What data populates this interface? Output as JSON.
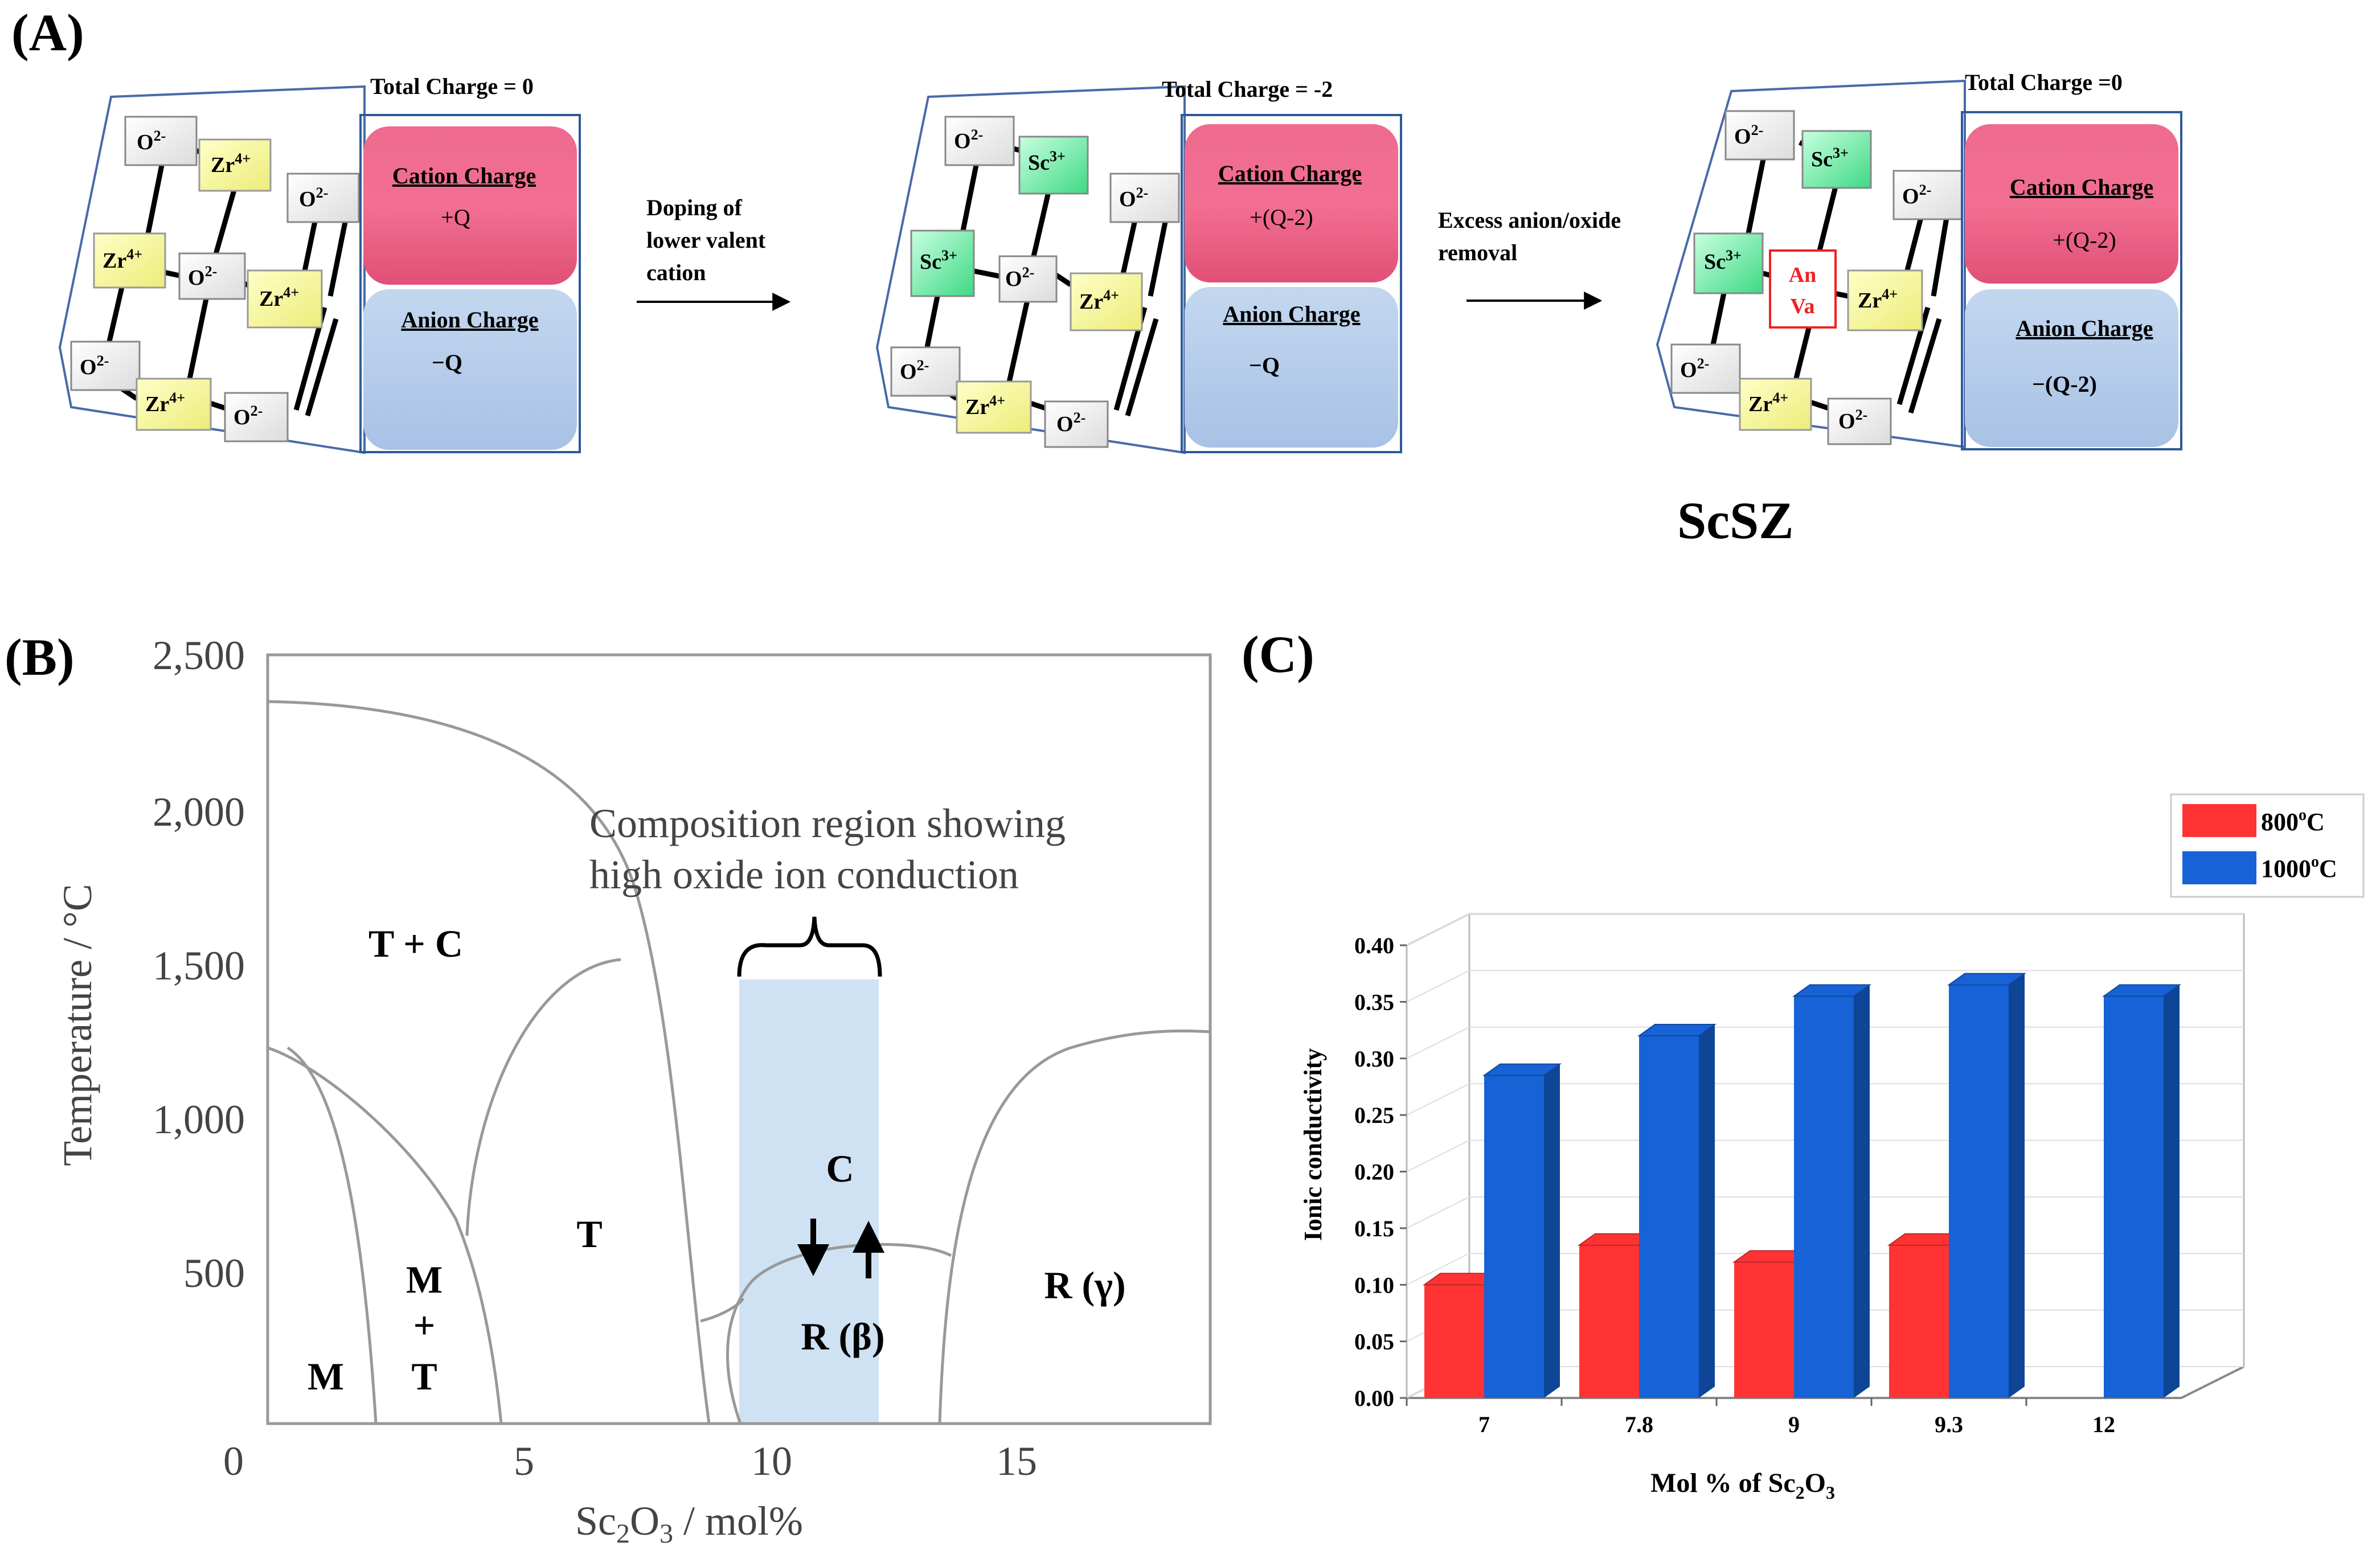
{
  "panel_a": {
    "label": "(A)",
    "boxes": [
      {
        "total": "Total Charge = 0",
        "cation_title": "Cation Charge",
        "cation_value": "+Q",
        "anion_title": "Anion Charge",
        "anion_value": "−Q"
      },
      {
        "total": "Total Charge = -2",
        "cation_title": "Cation Charge",
        "cation_value": "+(Q-2)",
        "anion_title": "Anion Charge",
        "anion_value": "−Q"
      },
      {
        "total": "Total Charge =0",
        "cation_title": "Cation Charge",
        "cation_value": "+(Q-2)",
        "anion_title": "Anion Charge",
        "anion_value": "−(Q-2)"
      }
    ],
    "arrow1": [
      "Doping of",
      "lower valent",
      "cation"
    ],
    "arrow2": [
      "Excess anion/oxide",
      "removal"
    ],
    "scsz": "ScSZ",
    "lattice1": [
      "O",
      "2-",
      "Zr",
      "4+",
      "O",
      "2-",
      "Zr",
      "4+",
      "O",
      "2-",
      "Zr",
      "4+",
      "O",
      "2-",
      "Zr",
      "4+",
      "O",
      "2-"
    ],
    "lattice2": [
      "O",
      "2-",
      "Sc",
      "3+",
      "O",
      "2-",
      "Sc",
      "3+",
      "O",
      "2-",
      "Zr",
      "4+",
      "O",
      "2-",
      "Zr",
      "4+",
      "O",
      "2-"
    ],
    "lattice3": [
      "O",
      "2-",
      "Sc",
      "3+",
      "O",
      "2-",
      "Sc",
      "3+",
      "An",
      "Va",
      "Zr",
      "4+",
      "O",
      "2-",
      "Zr",
      "4+",
      "O",
      "2-"
    ]
  },
  "panel_b": {
    "label": "(B)",
    "y_ticks": [
      "2,500",
      "2,000",
      "1,500",
      "1,000",
      "500"
    ],
    "x_ticks": [
      "0",
      "5",
      "10",
      "15"
    ],
    "ylabel": "Temperature / °C",
    "xlabel_main": "Sc",
    "xlabel_sub1": "2",
    "xlabel_mid": "O",
    "xlabel_sub2": "3",
    "xlabel_tail": " / mol%",
    "annotation": [
      "Composition region showing",
      "high oxide ion conduction"
    ],
    "regions": {
      "tc": "T + C",
      "m": "M",
      "mt1": "M",
      "mt2": "+",
      "mt3": "T",
      "t": "T",
      "c": "C",
      "rb": "R (β)",
      "rg": "R (γ)"
    }
  },
  "chart_data": {
    "type": "bar",
    "label": "(C)",
    "categories": [
      "7",
      "7.8",
      "9",
      "9.3",
      "12"
    ],
    "series": [
      {
        "name": "800°C",
        "values": [
          0.1,
          0.135,
          0.12,
          0.135,
          null
        ],
        "color": "#f33"
      },
      {
        "name": "1000°C",
        "values": [
          0.285,
          0.32,
          0.355,
          0.365,
          0.355
        ],
        "color": "#1662d6"
      }
    ],
    "ylim": [
      0,
      0.4
    ],
    "y_ticks": [
      "0.00",
      "0.05",
      "0.10",
      "0.15",
      "0.20",
      "0.25",
      "0.30",
      "0.35",
      "0.40"
    ],
    "ylabel": "Ionic conductivity",
    "xlabel_main": "Mol % of Sc",
    "xlabel_sub1": "2",
    "xlabel_mid": "O",
    "xlabel_sub2": "3",
    "legend_labels": [
      "800",
      "1000"
    ],
    "legend_sup": [
      "o",
      "o"
    ],
    "legend_unit": [
      "C",
      "C"
    ],
    "legend_position": "top-right",
    "grid": true
  }
}
